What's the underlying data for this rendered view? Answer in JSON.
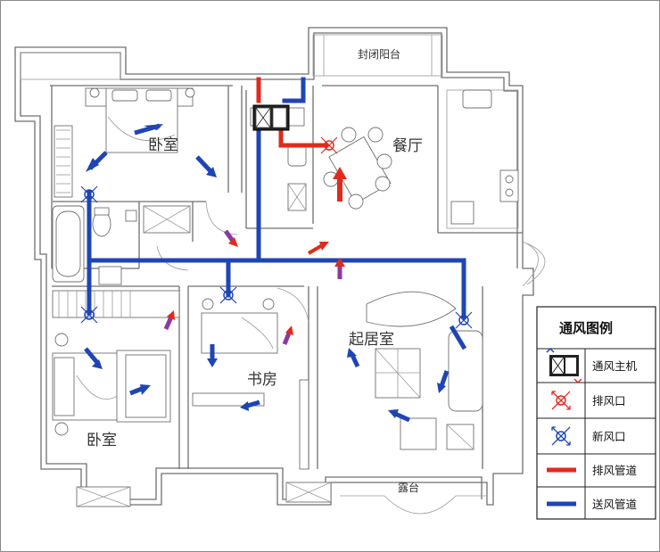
{
  "rooms": {
    "bedroom_top": "卧室",
    "dining": "餐厅",
    "balcony_enclosed": "封闭阳台",
    "living": "起居室",
    "study": "书房",
    "bedroom_bottom": "卧室",
    "terrace": "露台"
  },
  "legend": {
    "title": "通风图例",
    "items": [
      {
        "icon": "ventilation-unit-icon",
        "label": "通风主机"
      },
      {
        "icon": "exhaust-vent-icon",
        "label": "排风口"
      },
      {
        "icon": "fresh-air-vent-icon",
        "label": "新风口"
      },
      {
        "icon": "exhaust-duct-icon",
        "label": "排风管道"
      },
      {
        "icon": "supply-duct-icon",
        "label": "送风管道"
      }
    ]
  },
  "colors": {
    "supply_duct": "#1f45b5",
    "exhaust_duct": "#e12a1e",
    "wall": "#6f6f6f"
  }
}
